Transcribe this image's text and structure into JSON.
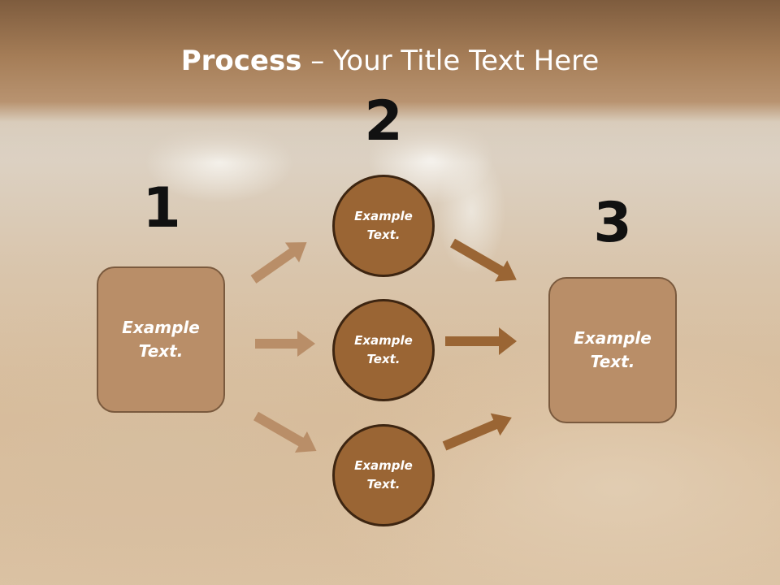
{
  "title": {
    "bold": "Process",
    "rest": " – Your Title Text Here"
  },
  "steps": {
    "step1": {
      "number": "1",
      "text_line1": "Example",
      "text_line2": "Text."
    },
    "step2": {
      "number": "2"
    },
    "step3": {
      "number": "3",
      "text_line1": "Example",
      "text_line2": "Text."
    }
  },
  "circles": [
    {
      "text_line1": "Example",
      "text_line2": "Text."
    },
    {
      "text_line1": "Example",
      "text_line2": "Text."
    },
    {
      "text_line1": "Example",
      "text_line2": "Text."
    }
  ],
  "colors": {
    "header_brown": "#a57d57",
    "box_fill": "#b98e68",
    "circle_fill": "#9a6534",
    "arrow_light": "#b98e68",
    "arrow_dark": "#9a6534"
  }
}
